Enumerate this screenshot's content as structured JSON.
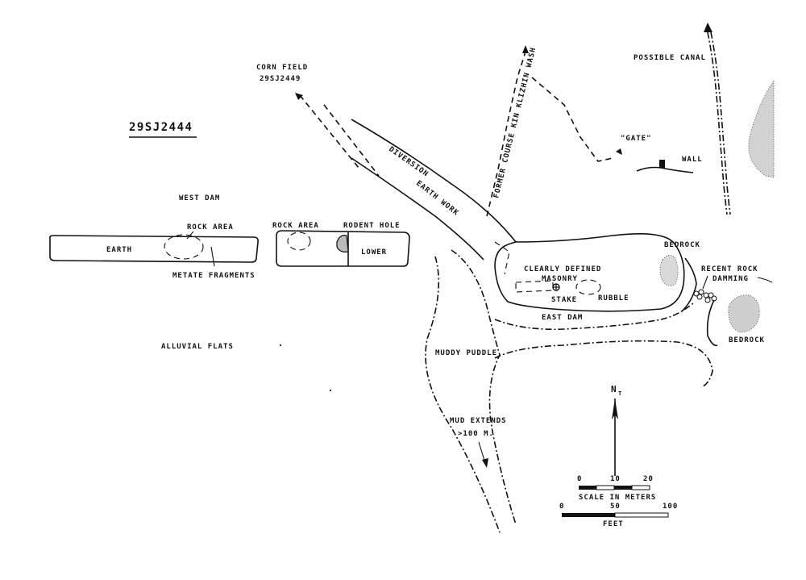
{
  "site_id": "29SJ2444",
  "labels": {
    "corn_field": "CORN FIELD",
    "corn_field_id": "29SJ2449",
    "west_dam": "WEST DAM",
    "rock_area_1": "ROCK AREA",
    "earth": "EARTH",
    "metate_fragments": "METATE FRAGMENTS",
    "rock_area_2": "ROCK AREA",
    "rodent_hole": "RODENT HOLE",
    "lower": "LOWER",
    "alluvial_flats": "ALLUVIAL FLATS",
    "diversion": "DIVERSION",
    "earth_work": "EARTH WORK",
    "former_course": "FORMER COURSE KIN KLIZHIN WASH",
    "possible_canal": "POSSIBLE CANAL",
    "gate": "\"GATE\"",
    "wall": "WALL",
    "bedrock_1": "BEDROCK",
    "clearly_defined": "CLEARLY DEFINED",
    "masonry": "MASONRY",
    "stake": "STAKE",
    "rubble": "RUBBLE",
    "east_dam": "EAST DAM",
    "recent_rock": "RECENT ROCK",
    "damming": "DAMMING",
    "bedrock_2": "BEDROCK",
    "muddy_puddle": "MUDDY PUDDLE",
    "mud_extends": "MUD EXTENDS",
    "mud_distance": ">100 M.",
    "north": "N",
    "north_sub": "T"
  },
  "scale_meters": {
    "ticks": [
      "0",
      "10",
      "20"
    ],
    "caption": "SCALE IN METERS"
  },
  "scale_feet": {
    "ticks": [
      "0",
      "50",
      "100"
    ],
    "caption": "FEET"
  }
}
